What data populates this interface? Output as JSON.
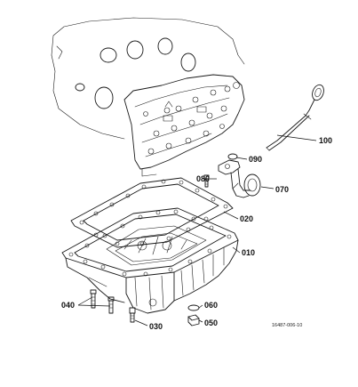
{
  "callouts": {
    "p100": "100",
    "p090": "090",
    "p080": "080",
    "p070": "070",
    "p020": "020",
    "p010": "010",
    "p040": "040",
    "p060": "060",
    "p050": "050",
    "p030": "030"
  },
  "drawing_code": "16487-006-10"
}
